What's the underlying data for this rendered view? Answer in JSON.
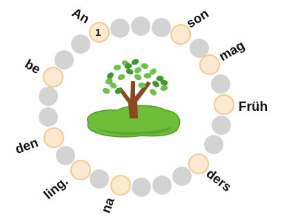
{
  "start_number": "1",
  "syllables": [
    "An",
    "son",
    "mag",
    "Früh",
    "ders",
    "na",
    "ling.",
    "den",
    "be"
  ],
  "colors": {
    "grey_bead": "#d3d3d3",
    "syllable_bead": "#fde9cf",
    "syllable_bead_border": "#f4c98e",
    "grass": "#6dbf3a",
    "grass_dark": "#4e9a2a",
    "trunk": "#8b4a1e",
    "leaf": "#6cc14a",
    "leaf_dark": "#3f9a2e"
  },
  "icons": {
    "center": "tree-on-grass-icon"
  }
}
